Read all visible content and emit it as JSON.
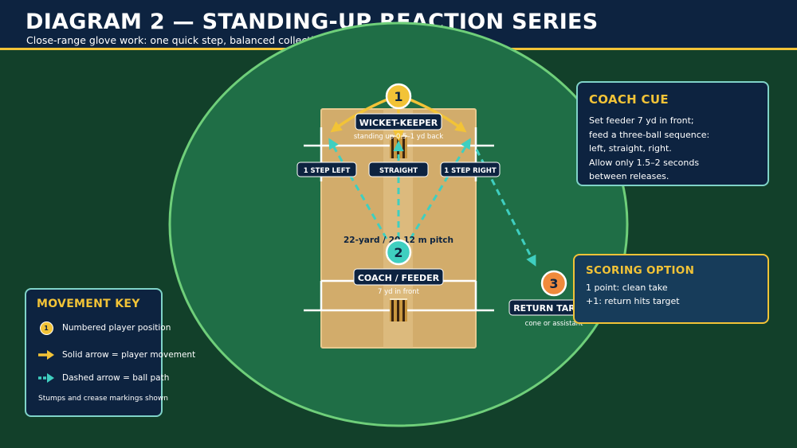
{
  "header": {
    "title": "DIAGRAM 2 — STANDING-UP REACTION SERIES",
    "subtitle": "Close-range glove work: one quick step, balanced collection, i"
  },
  "diagram": {
    "pitch_label": "22-yard / 20.12 m pitch",
    "player_1": {
      "number": "1",
      "label": "WICKET-KEEPER",
      "sublabel": "standing up 0.5–1 yd back"
    },
    "player_2": {
      "number": "2",
      "label": "COACH / FEEDER",
      "sublabel": "7 yd in front"
    },
    "player_3": {
      "number": "3",
      "label": "RETURN TARGET",
      "sublabel": "cone or assistant"
    },
    "step_labels": {
      "left": "1 STEP LEFT",
      "straight": "STRAIGHT",
      "right": "1 STEP RIGHT"
    }
  },
  "coach_cue": {
    "title": "COACH CUE",
    "lines": [
      "Set feeder 7 yd in front;",
      "feed a three-ball sequence:",
      "left, straight, right.",
      "Allow only 1.5–2 seconds",
      "between releases."
    ]
  },
  "scoring": {
    "title": "SCORING OPTION",
    "lines": [
      "1 point: clean take",
      "+1: return hits target"
    ]
  },
  "movement_key": {
    "title": "MOVEMENT KEY",
    "badge_number": "1",
    "items": [
      {
        "icon": "numbered-badge-icon",
        "text": "Numbered player position"
      },
      {
        "icon": "solid-arrow-icon",
        "text": "Solid arrow = player movement"
      },
      {
        "icon": "dashed-arrow-icon",
        "text": "Dashed arrow = ball path"
      }
    ],
    "note": "Stumps and crease markings shown"
  },
  "colors": {
    "background": "#12402a",
    "field": "#1f6e46",
    "boundary": "#6fcf7a",
    "pitch": "#d2ac6b",
    "header": "#0d2340",
    "accent_yellow": "#f2c337",
    "ball_path_teal": "#3fcfc0",
    "player_3_orange": "#f08a3c"
  }
}
